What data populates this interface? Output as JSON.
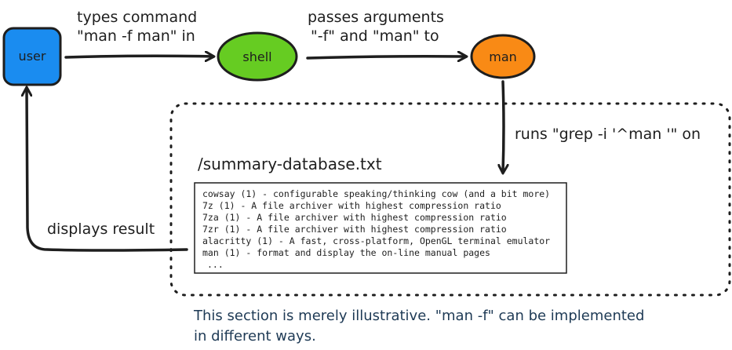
{
  "nodes": {
    "user": {
      "label": "user",
      "color": "#1a8cf0"
    },
    "shell": {
      "label": "shell",
      "color": "#66cc22"
    },
    "man": {
      "label": "man",
      "color": "#f98a15"
    }
  },
  "edges": {
    "user_to_shell": {
      "line1": "types command",
      "line2": "\"man -f man\" in"
    },
    "shell_to_man": {
      "line1": "passes arguments",
      "line2": "\"-f\" and \"man\" to"
    },
    "man_to_db": {
      "label": "runs \"grep -i '^man '\" on"
    },
    "db_to_user": {
      "label": "displays result"
    }
  },
  "database": {
    "title": "/summary-database.txt",
    "lines": [
      "cowsay (1) - configurable speaking/thinking cow (and a bit more)",
      "7z (1) - A file archiver with highest compression ratio",
      "7za (1) - A file archiver with highest compression ratio",
      "7zr (1) - A file archiver with highest compression ratio",
      "alacritty (1) - A fast, cross-platform, OpenGL terminal emulator",
      "man (1) - format and display the on-line manual pages",
      "..."
    ]
  },
  "note": {
    "line1": "This section is merely illustrative. \"man -f\" can be implemented",
    "line2": "in different ways."
  },
  "colors": {
    "stroke": "#1e1e1e",
    "note_text": "#1e3a55"
  }
}
